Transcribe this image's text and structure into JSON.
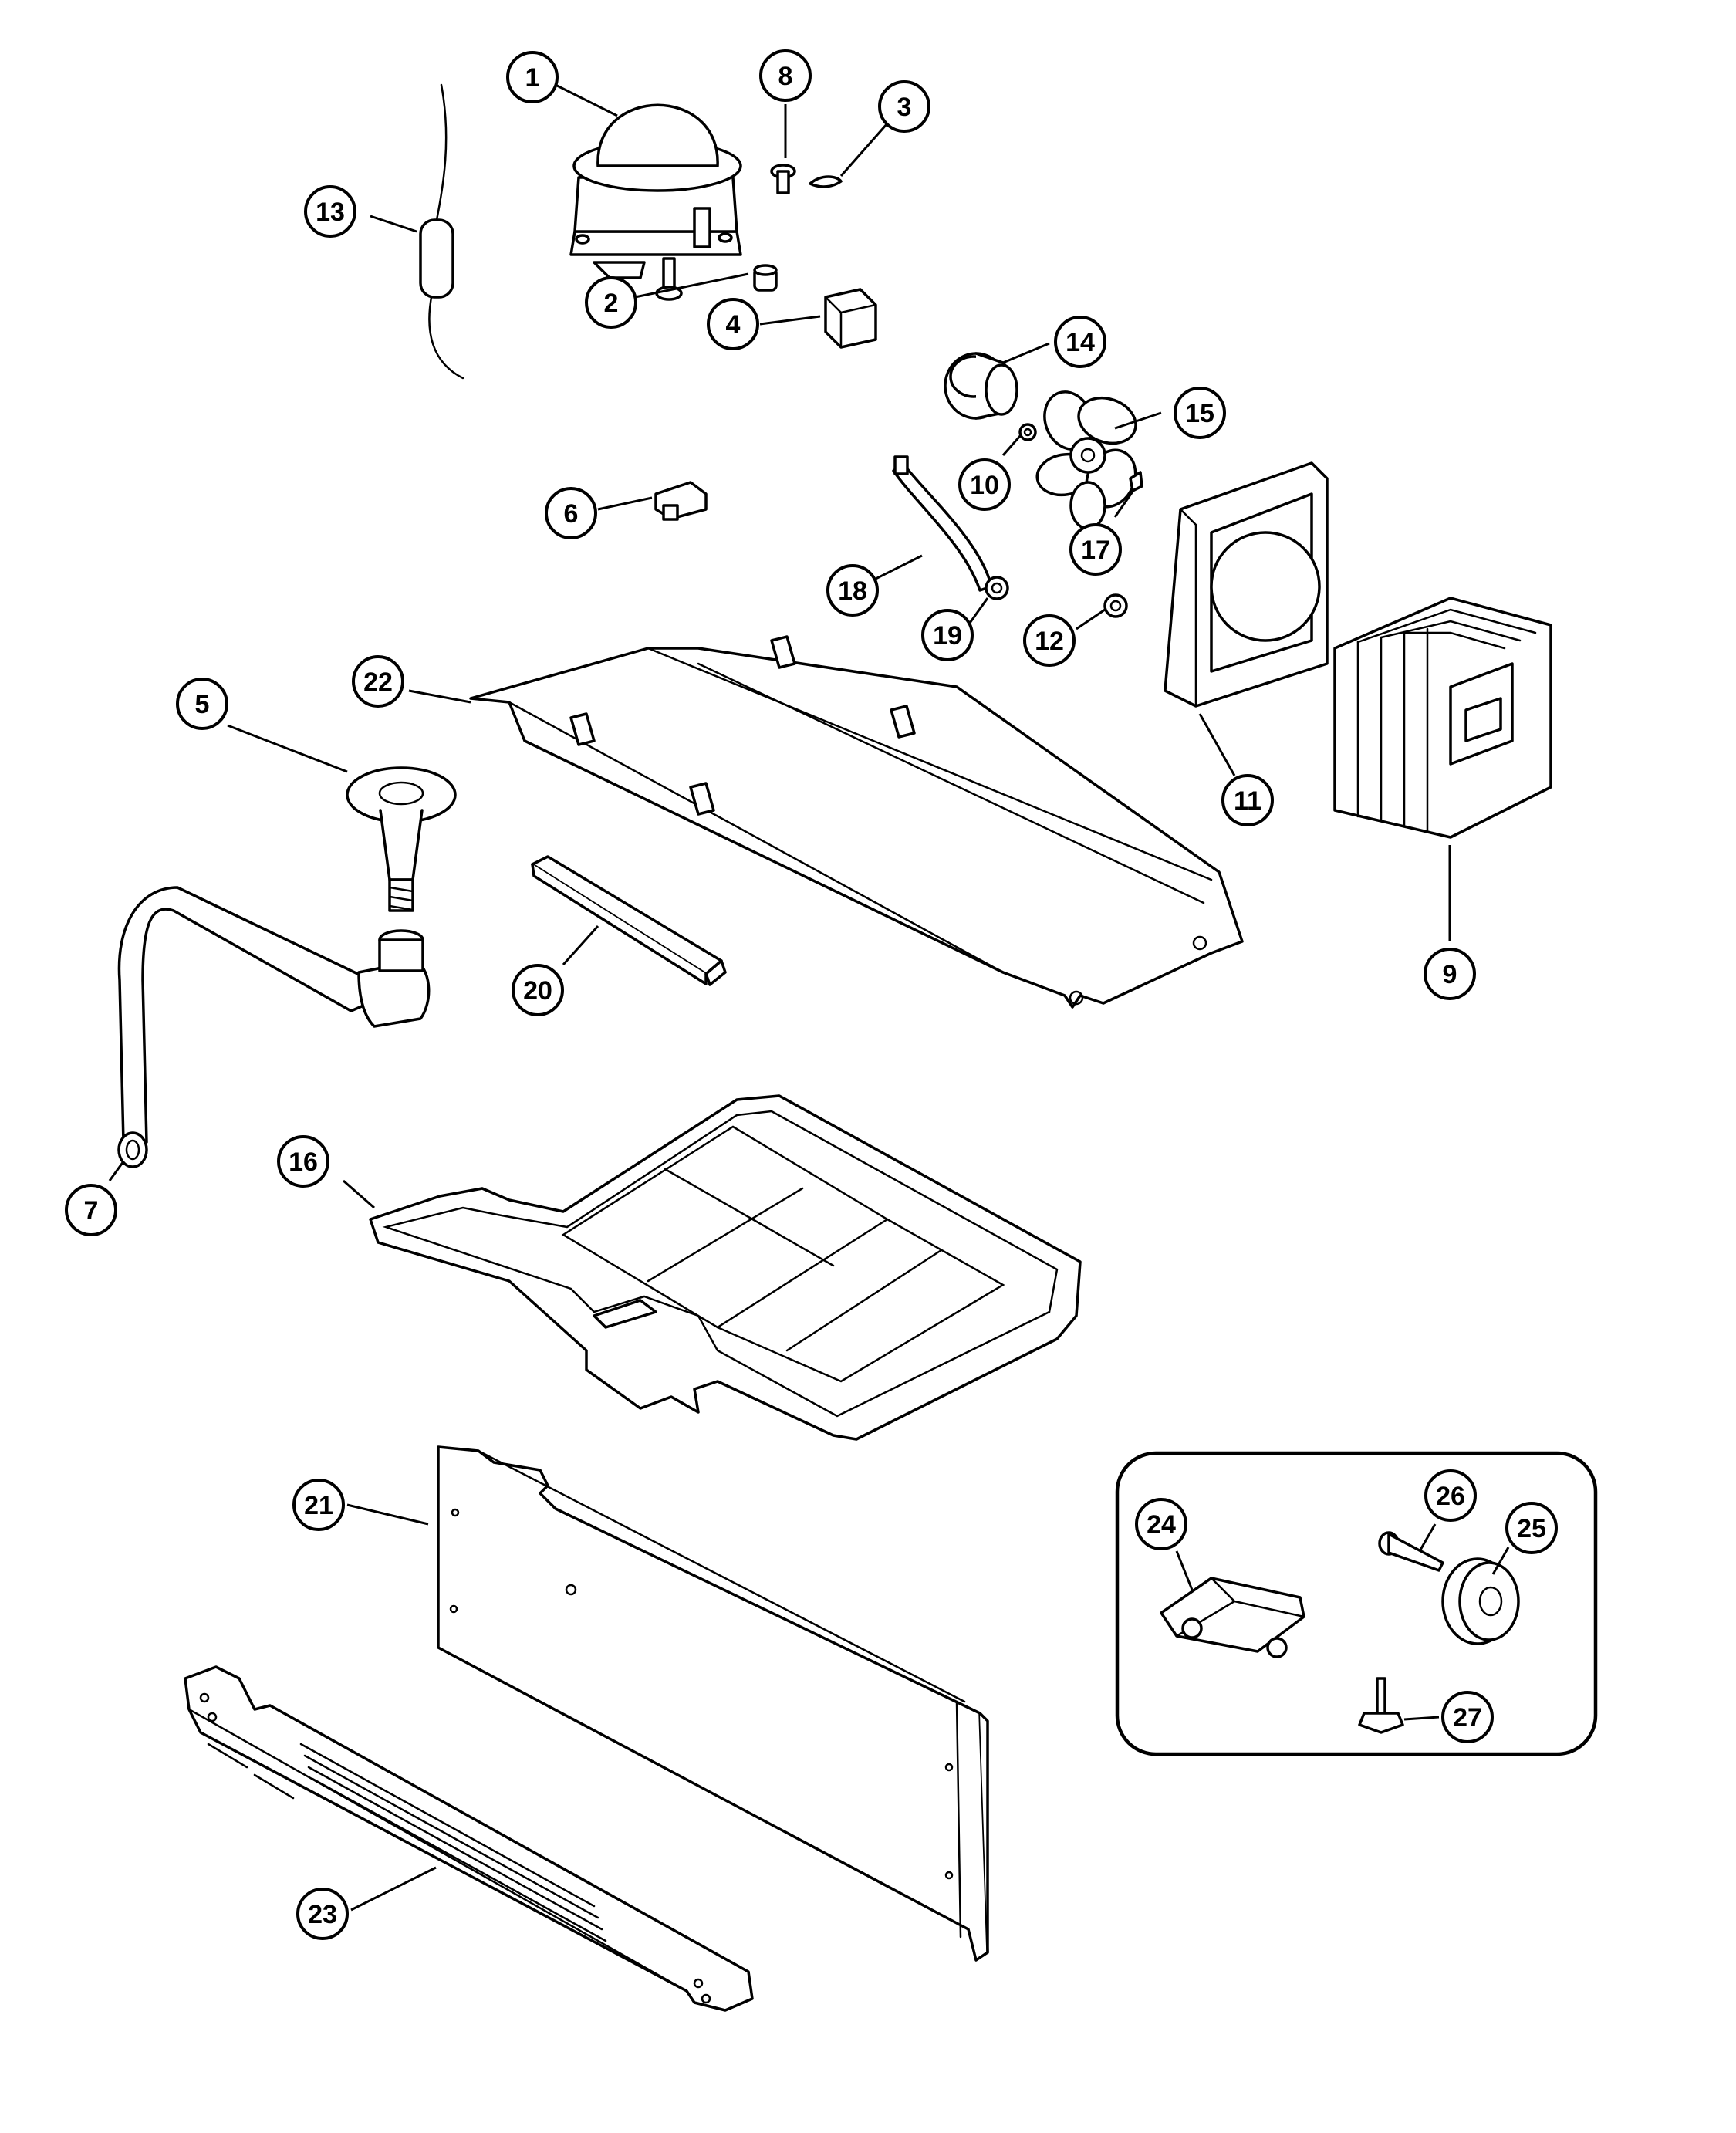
{
  "diagram": {
    "callouts": [
      "1",
      "2",
      "3",
      "4",
      "5",
      "6",
      "7",
      "8",
      "9",
      "10",
      "11",
      "12",
      "13",
      "14",
      "15",
      "16",
      "17",
      "18",
      "19",
      "20",
      "21",
      "22",
      "23",
      "24",
      "25",
      "26",
      "27"
    ],
    "parts": [
      {
        "id": "1",
        "icon": "compressor-icon"
      },
      {
        "id": "2",
        "icon": "grommet-icon"
      },
      {
        "id": "3",
        "icon": "clip-icon"
      },
      {
        "id": "4",
        "icon": "relay-icon"
      },
      {
        "id": "5",
        "icon": "drain-funnel-icon"
      },
      {
        "id": "6",
        "icon": "overload-icon"
      },
      {
        "id": "7",
        "icon": "drain-tube-icon"
      },
      {
        "id": "8",
        "icon": "screw-icon"
      },
      {
        "id": "9",
        "icon": "condenser-icon"
      },
      {
        "id": "10",
        "icon": "nut-icon"
      },
      {
        "id": "11",
        "icon": "fan-shroud-icon"
      },
      {
        "id": "12",
        "icon": "grommet-icon"
      },
      {
        "id": "13",
        "icon": "drier-icon"
      },
      {
        "id": "14",
        "icon": "fan-motor-icon"
      },
      {
        "id": "15",
        "icon": "fan-blade-icon"
      },
      {
        "id": "16",
        "icon": "drain-pan-icon"
      },
      {
        "id": "17",
        "icon": "clip-icon"
      },
      {
        "id": "18",
        "icon": "motor-bracket-icon"
      },
      {
        "id": "19",
        "icon": "grommet-icon"
      },
      {
        "id": "20",
        "icon": "channel-icon"
      },
      {
        "id": "21",
        "icon": "rear-panel-icon"
      },
      {
        "id": "22",
        "icon": "base-plate-icon"
      },
      {
        "id": "23",
        "icon": "toe-grille-icon"
      },
      {
        "id": "24",
        "icon": "roller-bracket-icon"
      },
      {
        "id": "25",
        "icon": "wheel-icon"
      },
      {
        "id": "26",
        "icon": "axle-bolt-icon"
      },
      {
        "id": "27",
        "icon": "leveling-leg-icon"
      }
    ]
  }
}
